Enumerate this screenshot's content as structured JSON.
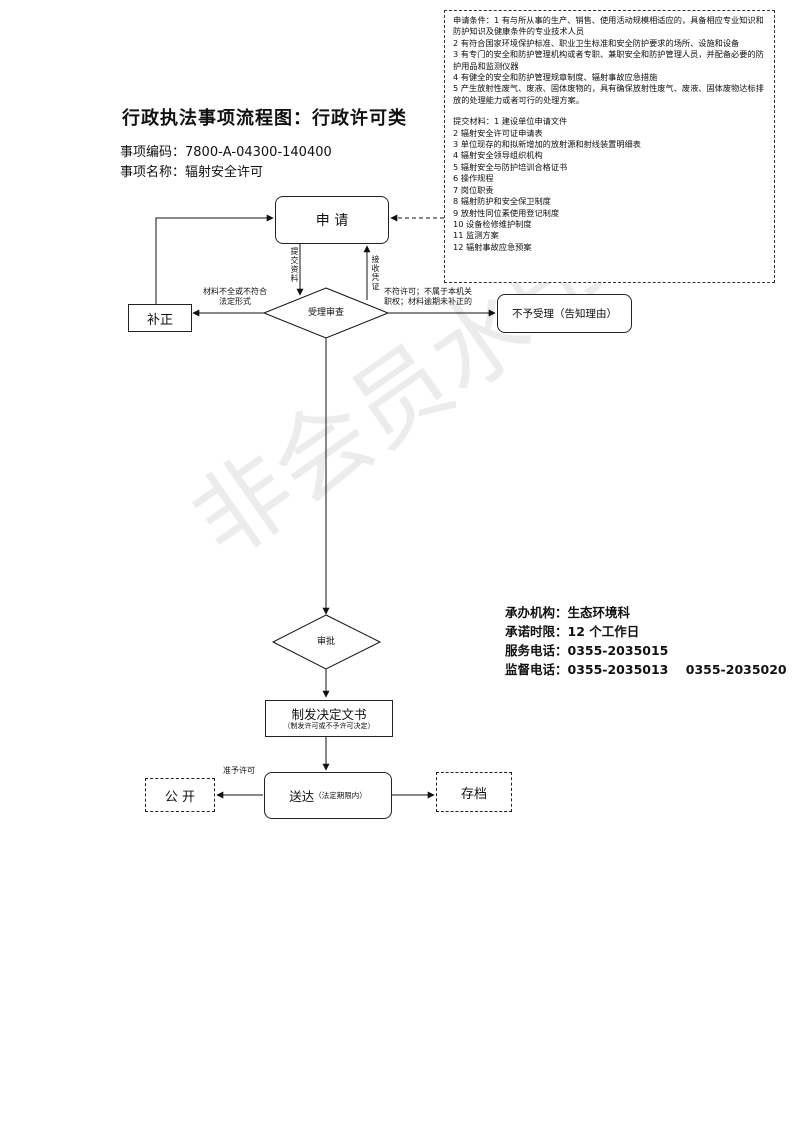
{
  "header": {
    "title": "行政执法事项流程图：行政许可类",
    "code_label": "事项编码：",
    "code": "7800-A-04300-140400",
    "name_label": "事项名称：",
    "name": "辐射安全许可"
  },
  "notes": {
    "conditions": [
      "申请条件：1 有与所从事的生产、销售、使用活动规模相适应的，具备相应专业知识和防护知识及健康条件的专业技术人员",
      "2 有符合国家环境保护标准、职业卫生标准和安全防护要求的场所、设施和设备",
      "3 有专门的安全和防护管理机构或者专职、兼职安全和防护管理人员，并配备必要的防护用品和监测仪器",
      "4 有健全的安全和防护管理规章制度、辐射事故应急措施",
      "5 产生放射性废气、废液、固体废物的，具有确保放射性废气、废液、固体废物达标排放的处理能力或者可行的处理方案。"
    ],
    "materials": [
      "提交材料：1 建设单位申请文件",
      "2 辐射安全许可证申请表",
      "3 单位现存的和拟新增加的放射源和射线装置明细表",
      "4 辐射安全领导组织机构",
      "5 辐射安全与防护培训合格证书",
      "6 操作规程",
      "7 岗位职责",
      "8 辐射防护和安全保卫制度",
      "9 放射性同位素使用登记制度",
      "10 设备检修维护制度",
      "11 监测方案",
      "12 辐射事故应急预案"
    ]
  },
  "flow": {
    "apply": "申 请",
    "supplement": "补正",
    "review": "受理审查",
    "reject": "不予受理（告知理由）",
    "approve": "审批",
    "decision": "制发决定文书",
    "decision_note": "（制发许可或不予许可决定）",
    "deliver": "送达",
    "deliver_note": "（法定期限内）",
    "publish": "公 开",
    "archive": "存档"
  },
  "labels": {
    "submit": "提交资料",
    "receive": "接收凭证",
    "incomplete_1": "材料不全或不符合",
    "incomplete_2": "法定形式",
    "reject_1": "不符许可；不属于本机关",
    "reject_2": "职权；材料逾期未补正的",
    "grant": "准予许可"
  },
  "agency": {
    "org": "承办机构：生态环境科",
    "deadline": "承诺时限：12 个工作日",
    "service": "服务电话：0355-2035015",
    "supervise": "监督电话：0355-2035013    0355-2035020"
  },
  "watermark": "非会员水印"
}
